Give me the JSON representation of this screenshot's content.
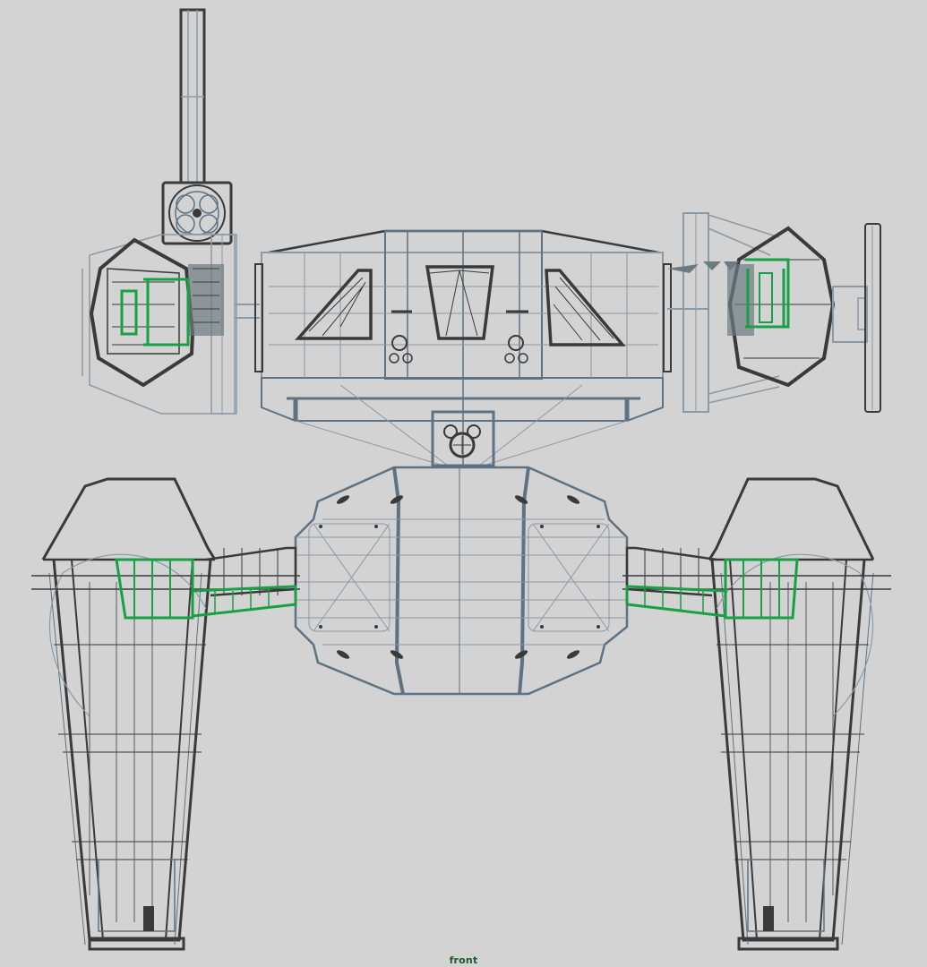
{
  "viewport": {
    "camera_label": "front",
    "background_color": "#d3d3d3",
    "label_color": "#1d5a2a",
    "wire_colors": {
      "unselected_dark": "#3a3a3a",
      "unselected_blue": "#5d7282",
      "unselected_light": "#8a9aa6",
      "selected_green": "#1aa044"
    }
  },
  "model": {
    "name": "spaceship-wireframe",
    "parts": [
      "antenna",
      "fan-unit",
      "left-engine-pod",
      "right-engine-pod",
      "right-side-panel",
      "upper-hull",
      "left-window",
      "center-window",
      "right-window",
      "center-sensor",
      "lower-body",
      "left-wing",
      "right-wing",
      "left-wing-strut-selected",
      "right-wing-strut-selected"
    ]
  }
}
